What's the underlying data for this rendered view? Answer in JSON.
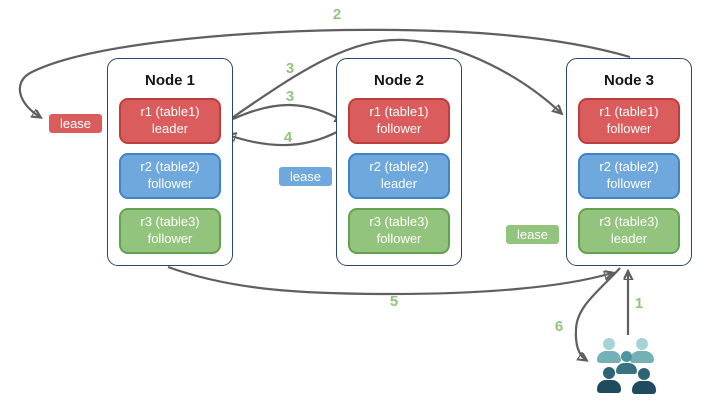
{
  "nodes": [
    {
      "title": "Node 1",
      "replicas": [
        {
          "name": "r1 (table1)",
          "role": "leader",
          "color": "red"
        },
        {
          "name": "r2 (table2)",
          "role": "follower",
          "color": "blue"
        },
        {
          "name": "r3 (table3)",
          "role": "follower",
          "color": "green"
        }
      ]
    },
    {
      "title": "Node 2",
      "replicas": [
        {
          "name": "r1 (table1)",
          "role": "follower",
          "color": "red"
        },
        {
          "name": "r2 (table2)",
          "role": "leader",
          "color": "blue"
        },
        {
          "name": "r3 (table3)",
          "role": "follower",
          "color": "green"
        }
      ]
    },
    {
      "title": "Node 3",
      "replicas": [
        {
          "name": "r1 (table1)",
          "role": "follower",
          "color": "red"
        },
        {
          "name": "r2 (table2)",
          "role": "follower",
          "color": "blue"
        },
        {
          "name": "r3 (table3)",
          "role": "leader",
          "color": "green"
        }
      ]
    }
  ],
  "leases": [
    {
      "label": "lease",
      "color": "red"
    },
    {
      "label": "lease",
      "color": "blue"
    },
    {
      "label": "lease",
      "color": "green"
    }
  ],
  "steps": {
    "one": "1",
    "two": "2",
    "three_a": "3",
    "three_b": "3",
    "four": "4",
    "five": "5",
    "six": "6"
  },
  "icons": {
    "users_group": "people-group-icon"
  },
  "colors": {
    "red_fill": "#DB5C5C",
    "red_border": "#BE3E3E",
    "blue_fill": "#6FA8DC",
    "blue_border": "#3D85C6",
    "green_fill": "#93C47D",
    "green_border": "#64A150",
    "node_border": "#28466F",
    "arrow": "#5F5F5F",
    "step_label": "#93C47D",
    "people_light": "#A6D4D6",
    "people_mid": "#74B1B5",
    "people_dark": "#1F4B60"
  }
}
